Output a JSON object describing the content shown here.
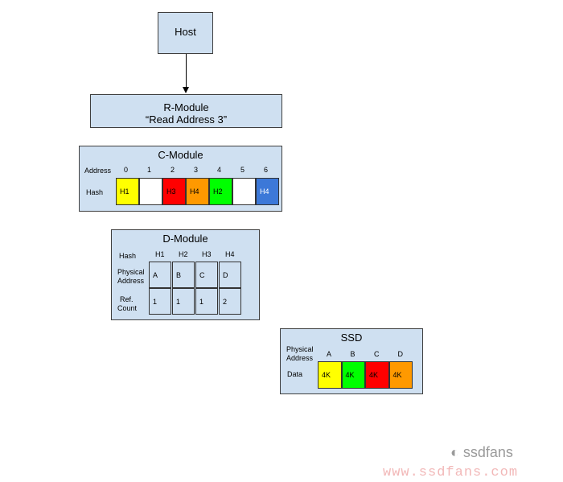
{
  "host": {
    "label": "Host"
  },
  "rmodule": {
    "title": "R-Module",
    "subtitle": "“Read Address 3”"
  },
  "cmodule": {
    "title": "C-Module",
    "address_label": "Address",
    "hash_label": "Hash",
    "addresses": [
      "0",
      "1",
      "2",
      "3",
      "4",
      "5",
      "6"
    ],
    "hashes": [
      {
        "text": "H1",
        "color": "#ffff00",
        "text_color": "#000000"
      },
      {
        "text": "",
        "color": "#ffffff",
        "text_color": "#000000"
      },
      {
        "text": "H3",
        "color": "#ff0000",
        "text_color": "#000000"
      },
      {
        "text": "H4",
        "color": "#ff9900",
        "text_color": "#000000"
      },
      {
        "text": "H2",
        "color": "#00ff00",
        "text_color": "#000000"
      },
      {
        "text": "",
        "color": "#ffffff",
        "text_color": "#000000"
      },
      {
        "text": "H4",
        "color": "#3c78d8",
        "text_color": "#ffffff"
      }
    ]
  },
  "dmodule": {
    "title": "D-Module",
    "hash_label": "Hash",
    "phys_label_1": "Physical",
    "phys_label_2": "Address",
    "ref_label_1": "Ref.",
    "ref_label_2": "Count",
    "hashes": [
      "H1",
      "H2",
      "H3",
      "H4"
    ],
    "physical": [
      "A",
      "B",
      "C",
      "D"
    ],
    "ref_counts": [
      "1",
      "1",
      "1",
      "2"
    ]
  },
  "ssd": {
    "title": "SSD",
    "phys_label_1": "Physical",
    "phys_label_2": "Address",
    "data_label": "Data",
    "addresses": [
      "A",
      "B",
      "C",
      "D"
    ],
    "data": [
      {
        "text": "4K",
        "color": "#ffff00"
      },
      {
        "text": "4K",
        "color": "#00ff00"
      },
      {
        "text": "4K",
        "color": "#ff0000"
      },
      {
        "text": "4K",
        "color": "#ff9900"
      }
    ]
  },
  "watermark": {
    "brand": "ssdfans",
    "url": "www.ssdfans.com"
  }
}
